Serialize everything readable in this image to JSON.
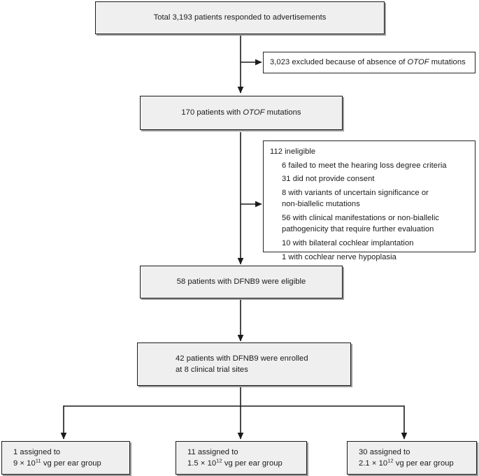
{
  "figure": {
    "type": "consort-flow-diagram",
    "title": "Patient screening, eligibility, and treatment-group assignment flow",
    "colors": {
      "shaded_box_fill": "#efefef",
      "plain_box_fill": "#ffffff",
      "border": "#1b1b1b",
      "text": "#1a1a1a",
      "shadow": "#9a9a9a"
    }
  },
  "nodes": {
    "responded": {
      "id": "responded",
      "style": "shaded",
      "align": "center",
      "lines": [
        "Total 3,193 patients responded to advertisements"
      ],
      "count": 3193
    },
    "excluded_no_otof": {
      "id": "excluded_no_otof",
      "style": "plain",
      "align": "left",
      "text_before": "3,023 excluded because of absence of ",
      "gene": "OTOF",
      "text_after": " mutations",
      "count": 3023
    },
    "with_otof": {
      "id": "with_otof",
      "style": "shaded",
      "align": "center",
      "text_before": "170 patients with ",
      "gene": "OTOF",
      "text_after": " mutations",
      "count": 170
    },
    "ineligible": {
      "id": "ineligible",
      "style": "plain",
      "align": "left",
      "header": "112 ineligible",
      "count": 112,
      "reasons": [
        {
          "n": 6,
          "text": "6 failed to meet the hearing loss degree criteria"
        },
        {
          "n": 31,
          "text": "31 did not provide consent"
        },
        {
          "n": 8,
          "text": "8 with variants of uncertain significance or",
          "text2": "non-biallelic mutations"
        },
        {
          "n": 56,
          "text": "56 with clinical manifestations or non-biallelic",
          "text2": "pathogenicity that require further evaluation"
        },
        {
          "n": 10,
          "text": "10 with bilateral cochlear implantation"
        },
        {
          "n": 1,
          "text": "1 with cochlear nerve hypoplasia"
        }
      ]
    },
    "eligible": {
      "id": "eligible",
      "style": "shaded",
      "align": "center",
      "lines": [
        "58 patients with DFNB9 were eligible"
      ],
      "count": 58
    },
    "enrolled": {
      "id": "enrolled",
      "style": "shaded",
      "align": "left",
      "lines": [
        "42 patients with DFNB9 were enrolled",
        "at 8 clinical trial sites"
      ],
      "count": 42,
      "sites": 8
    }
  },
  "arms": [
    {
      "id": "arm-low-dose",
      "style": "shaded",
      "align": "left",
      "line1": "1 assigned to",
      "dose_mantissa": "9 × 10",
      "dose_exponent": "11",
      "dose_suffix": " vg per ear group",
      "count": 1
    },
    {
      "id": "arm-mid-dose",
      "style": "shaded",
      "align": "left",
      "line1": "11 assigned to",
      "dose_mantissa": "1.5 × 10",
      "dose_exponent": "12",
      "dose_suffix": " vg per ear group",
      "count": 11
    },
    {
      "id": "arm-high-dose",
      "style": "shaded",
      "align": "left",
      "line1": "30 assigned to",
      "dose_mantissa": "2.1 × 10",
      "dose_exponent": "12",
      "dose_suffix": " vg per ear group",
      "count": 30
    }
  ]
}
